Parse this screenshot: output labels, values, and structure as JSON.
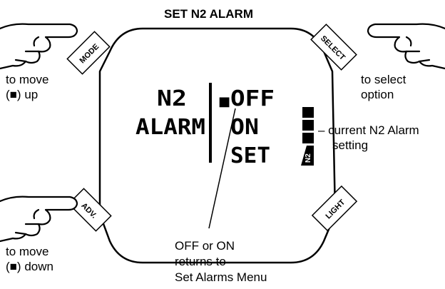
{
  "title": "SET N2 ALARM",
  "buttons": {
    "mode": "MODE",
    "select": "SELECT",
    "adv": "ADV.",
    "light": "LIGHT"
  },
  "display": {
    "left_line1": "N2",
    "left_line2": "ALARM",
    "marker": "■",
    "options": [
      "OFF",
      "ON",
      "SET"
    ],
    "bar_label": "N2"
  },
  "callouts": {
    "mode": [
      "to move",
      "(■) up"
    ],
    "select": [
      "to select",
      "option"
    ],
    "adv": [
      "to move",
      "(■) down"
    ],
    "bar": [
      "– current N2 Alarm",
      "setting"
    ],
    "off_on": [
      "OFF or ON",
      "returns to",
      "Set Alarms Menu"
    ]
  }
}
